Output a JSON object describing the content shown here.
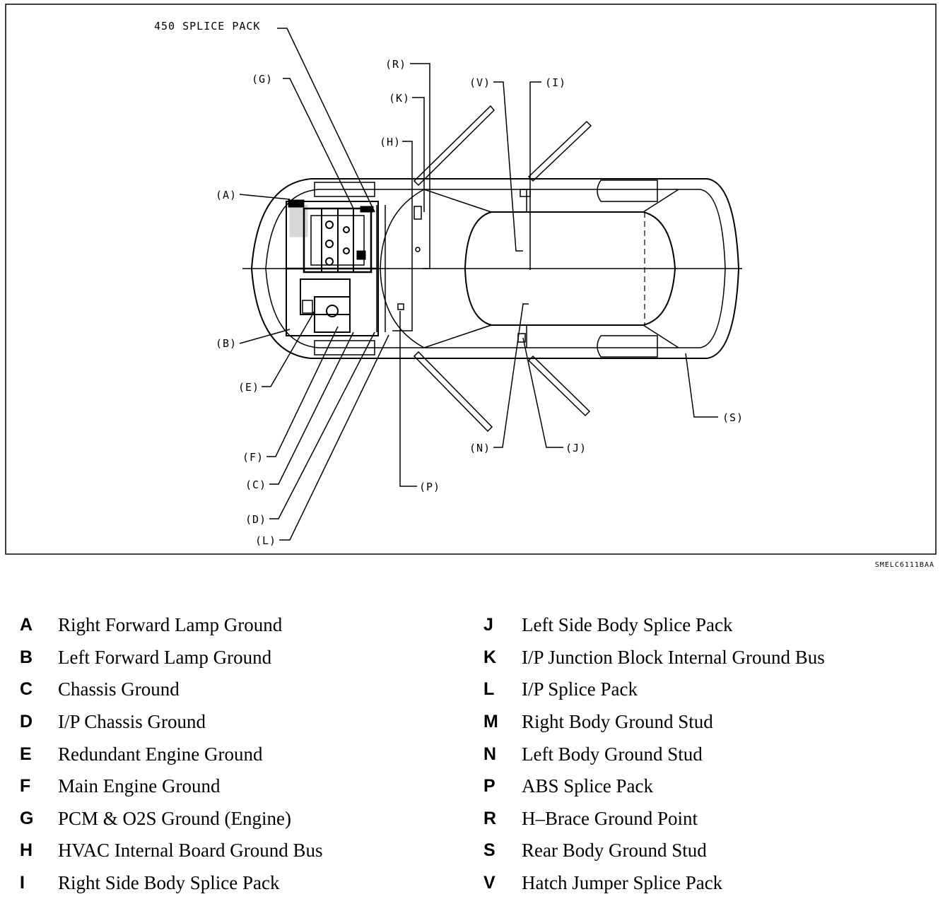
{
  "diagram": {
    "callouts": {
      "splice_450": "450 SPLICE PACK",
      "A": "(A)",
      "B": "(B)",
      "C": "(C)",
      "D": "(D)",
      "E": "(E)",
      "F": "(F)",
      "G": "(G)",
      "H": "(H)",
      "I": "(I)",
      "J": "(J)",
      "K": "(K)",
      "L": "(L)",
      "N": "(N)",
      "P": "(P)",
      "R": "(R)",
      "S": "(S)",
      "V": "(V)"
    },
    "figure_code": "SMELC6111BAA"
  },
  "legend": {
    "left": [
      {
        "letter": "A",
        "description": "Right Forward Lamp Ground"
      },
      {
        "letter": "B",
        "description": "Left Forward Lamp Ground"
      },
      {
        "letter": "C",
        "description": "Chassis Ground"
      },
      {
        "letter": "D",
        "description": "I/P Chassis Ground"
      },
      {
        "letter": "E",
        "description": "Redundant Engine Ground"
      },
      {
        "letter": "F",
        "description": "Main Engine Ground"
      },
      {
        "letter": "G",
        "description": "PCM & O2S Ground (Engine)"
      },
      {
        "letter": "H",
        "description": "HVAC Internal Board Ground Bus"
      },
      {
        "letter": "I",
        "description": "Right Side Body Splice Pack"
      }
    ],
    "right": [
      {
        "letter": "J",
        "description": "Left Side Body Splice Pack"
      },
      {
        "letter": "K",
        "description": "I/P Junction Block Internal Ground Bus"
      },
      {
        "letter": "L",
        "description": "I/P Splice Pack"
      },
      {
        "letter": "M",
        "description": "Right Body Ground Stud"
      },
      {
        "letter": "N",
        "description": "Left Body Ground Stud"
      },
      {
        "letter": "P",
        "description": "ABS Splice Pack"
      },
      {
        "letter": "R",
        "description": "H–Brace Ground Point"
      },
      {
        "letter": "S",
        "description": "Rear Body Ground Stud"
      },
      {
        "letter": "V",
        "description": "Hatch Jumper Splice Pack"
      }
    ]
  }
}
